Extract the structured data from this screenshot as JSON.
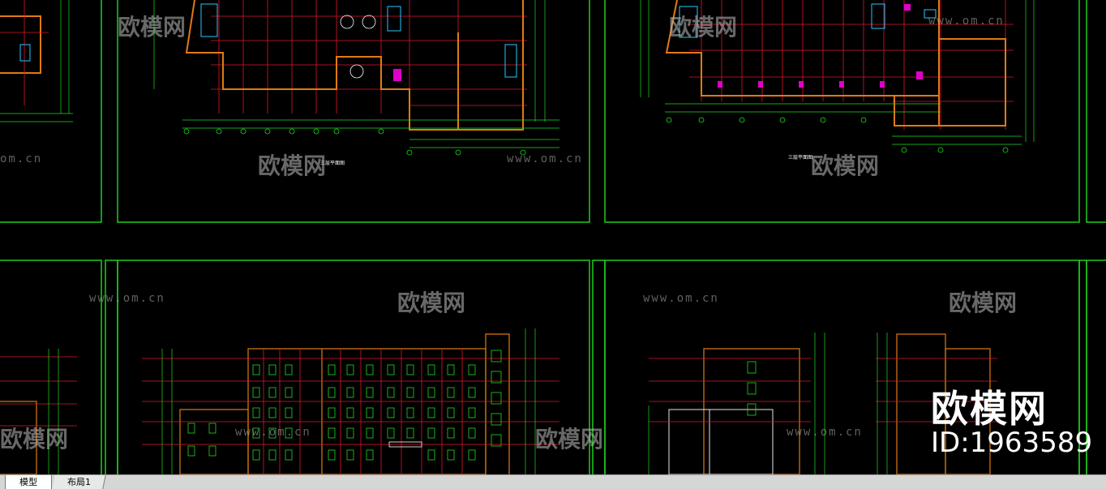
{
  "tabs": [
    {
      "label": "模型",
      "active": true
    },
    {
      "label": "布局1",
      "active": false
    }
  ],
  "watermark": {
    "brand": "欧模网",
    "id_text": "ID:1963589",
    "url": "www.om.cn",
    "url_short": "om.cn",
    "color": "#ffffff"
  },
  "drawing_titles": [
    "三层平面图",
    "三层平面图"
  ],
  "colors": {
    "frame": "#1fcc1f",
    "axis": "#e0142a",
    "wall": "#e07a14",
    "dim": "#1fdc1f",
    "window": "#23c8ff",
    "accent": "#e000c8",
    "background": "#000000",
    "tabbar": "#d6d6d6"
  }
}
